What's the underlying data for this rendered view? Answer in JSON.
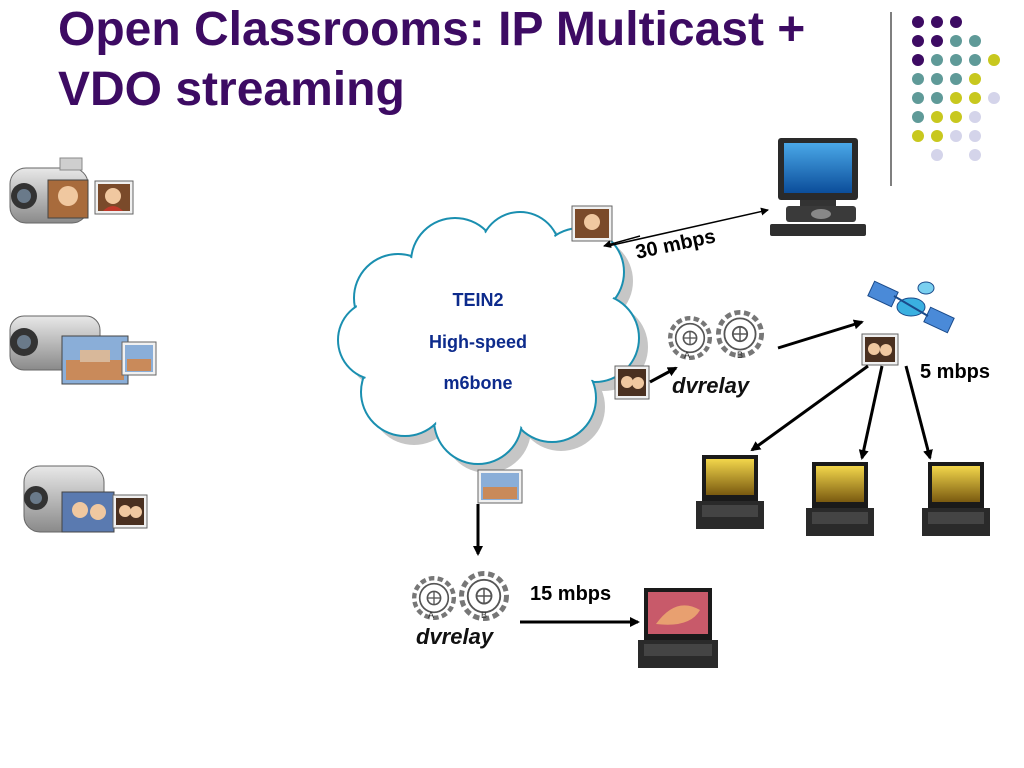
{
  "slide": {
    "title_line1": "Open Classrooms: IP Multicast +",
    "title_line2": "VDO streaming"
  },
  "cloud": {
    "line1": "TEIN2",
    "line2": "High-speed",
    "line3": "m6bone"
  },
  "rates": {
    "top": "30 mbps",
    "satellite": "5 mbps",
    "bottom": "15 mbps"
  },
  "relays": {
    "right_label": "dvrelay",
    "bottom_label": "dvrelay",
    "gear_a": "A",
    "gear_b": "B"
  },
  "colors": {
    "title": "#3d0b63",
    "dot_purple": "#3d0b63",
    "dot_teal": "#5f9a98",
    "dot_olive": "#c8c81e",
    "dot_lavender": "#d4d4ea",
    "cloud_stroke": "#1a8fb0",
    "cloud_text": "#0d2b8c"
  },
  "icons": [
    "camcorder-icon",
    "video-frame-icon",
    "desktop-computer-icon",
    "satellite-icon",
    "laptop-icon",
    "gear-icon"
  ]
}
